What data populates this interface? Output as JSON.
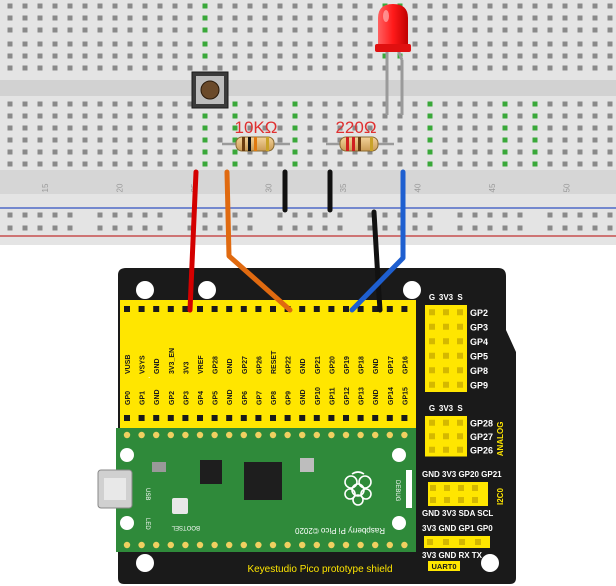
{
  "breadboard": {
    "column_numbers": [
      "15",
      "20",
      "25",
      "30",
      "35",
      "40",
      "45",
      "50"
    ]
  },
  "components": {
    "resistor_left": {
      "label": "10KΩ"
    },
    "resistor_right": {
      "label": "220Ω"
    }
  },
  "shield": {
    "name": "Keyestudio Pico prototype shield",
    "top_header_labels": [
      "VUSB",
      "VSYS",
      "GND",
      "3V3_EN",
      "3V3",
      "VREF",
      "GP28",
      "GND",
      "GP27",
      "GP26",
      "RESET",
      "GP22",
      "GND",
      "GP21",
      "GP20",
      "GP19",
      "GP18",
      "GND",
      "GP17",
      "GP16"
    ],
    "bottom_header_labels": [
      "GP0",
      "GP1",
      "GND",
      "GP2",
      "GP3",
      "GP4",
      "GP5",
      "GND",
      "GP6",
      "GP7",
      "GP8",
      "GP9",
      "GND",
      "GP10",
      "GP11",
      "GP12",
      "GP13",
      "GND",
      "GP14",
      "GP15"
    ],
    "gpio_group_1": {
      "header": [
        "G",
        "3V3",
        "S"
      ],
      "rows": [
        "GP2",
        "GP3",
        "GP4",
        "GP5",
        "GP8",
        "GP9"
      ]
    },
    "gpio_group_2": {
      "header": [
        "G",
        "3V3",
        "S"
      ],
      "rows": [
        "GP28",
        "GP27",
        "GP26"
      ],
      "side_label": "ANALOG"
    },
    "i2c": {
      "top": "GND 3V3 GP20 GP21",
      "bottom": "GND 3V3 SDA SCL",
      "side_label": "I2C0"
    },
    "uart": {
      "top": "3V3 GND GP1 GP0",
      "bottom": "3V3 GND RX TX",
      "label": "UART0"
    }
  },
  "pico": {
    "usb_label": "USB",
    "led_label": "LED",
    "bootsel_label": "BOOTSEL",
    "debug_label": "DEBUG",
    "brand_text": "Raspberry Pi Pico ©2020"
  },
  "colors": {
    "shield": "#1a1a1a",
    "header_yellow": "#ffe600",
    "pico_green": "#2f8a3a",
    "wire_red": "#d40000",
    "wire_orange": "#e06a10",
    "wire_blue": "#1e5fd0",
    "wire_black": "#111111",
    "led_red": "#ff2020"
  }
}
